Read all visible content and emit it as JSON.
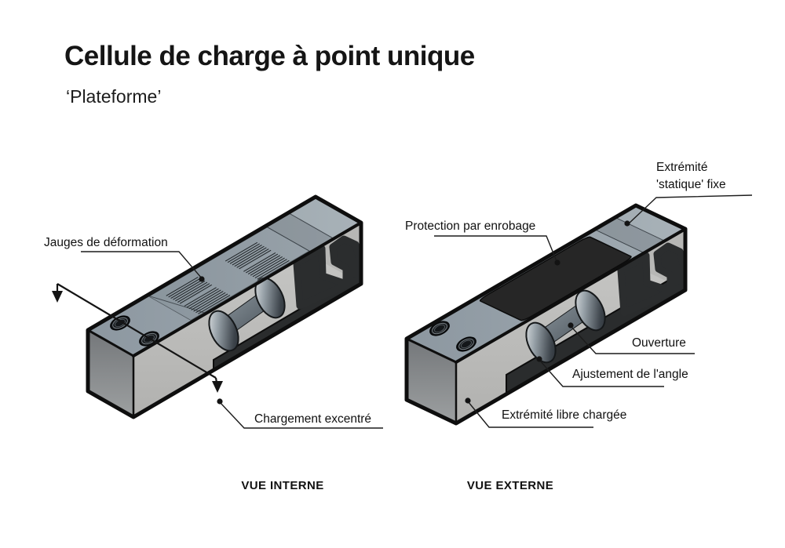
{
  "header": {
    "title": "Cellule de charge à point unique",
    "subtitle": "‘Plateforme’"
  },
  "internal_view": {
    "caption": "VUE INTERNE",
    "labels": {
      "strain_gauges": "Jauges de déformation",
      "eccentric_load": "Chargement excentré"
    }
  },
  "external_view": {
    "caption": "VUE EXTERNE",
    "labels": {
      "coating": "Protection par enrobage",
      "fixed_end_line1": "Extrémité",
      "fixed_end_line2": "'statique' fixe",
      "opening": "Ouverture",
      "angle_adjustment": "Ajustement de l'angle",
      "loaded_end": "Extrémité libre chargée"
    }
  },
  "colors": {
    "background": "#ffffff",
    "ink": "#1a1a1a",
    "top_face": "#96a1a8",
    "front_face": "#c0c0be",
    "end_cap": "#85888b",
    "cutout_dark": "#2b2d2e",
    "coating_black": "#272727"
  }
}
